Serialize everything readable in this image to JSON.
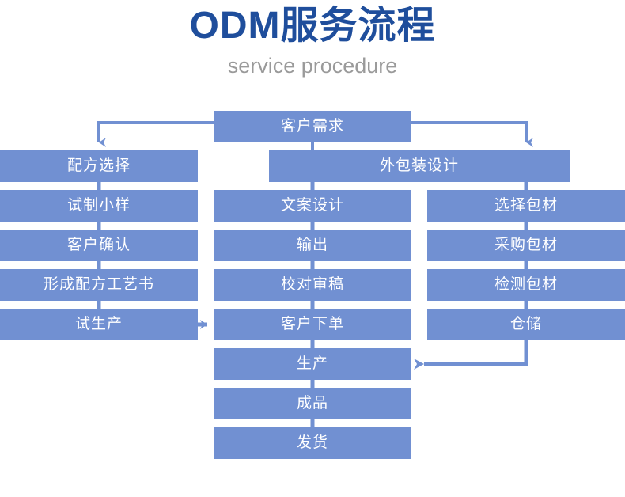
{
  "header": {
    "title": "ODM服务流程",
    "subtitle": "service procedure",
    "title_color": "#1f4e9c",
    "subtitle_color": "#9a9a9a"
  },
  "theme": {
    "node_fill": "#7190d2",
    "node_text": "#ffffff",
    "connector": "#7190d2",
    "background": "#ffffff"
  },
  "flow": {
    "root": {
      "label": "客户需求"
    },
    "left_column": [
      {
        "label": "配方选择"
      },
      {
        "label": "试制小样"
      },
      {
        "label": "客户确认"
      },
      {
        "label": "形成配方工艺书"
      },
      {
        "label": "试生产"
      }
    ],
    "center_column": [
      {
        "label": "外包装设计"
      },
      {
        "label": "文案设计"
      },
      {
        "label": "输出"
      },
      {
        "label": "校对审稿"
      },
      {
        "label": "客户下单"
      },
      {
        "label": "生产"
      },
      {
        "label": "成品"
      },
      {
        "label": "发货"
      }
    ],
    "right_column": [
      {
        "label": "选择包材"
      },
      {
        "label": "采购包材"
      },
      {
        "label": "检测包材"
      },
      {
        "label": "仓储"
      }
    ]
  }
}
